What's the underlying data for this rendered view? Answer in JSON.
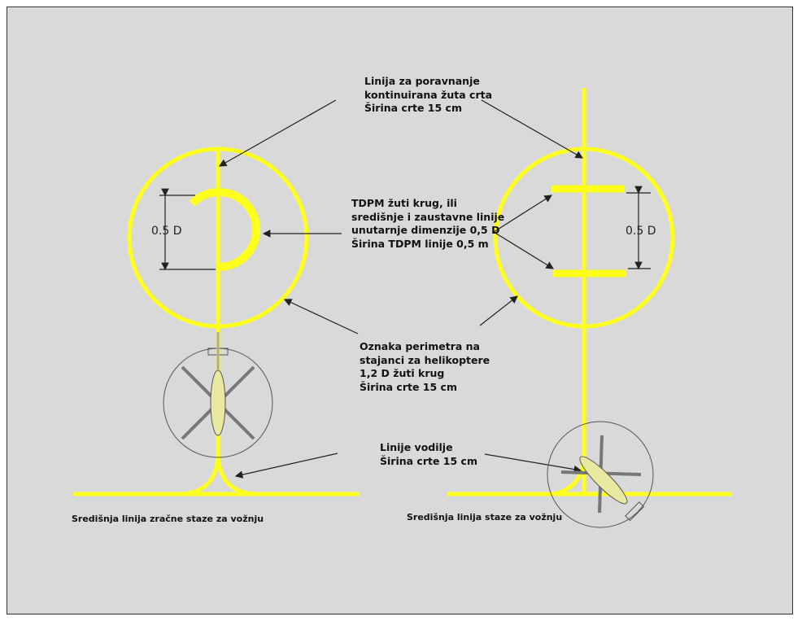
{
  "colors": {
    "background": "#d9d9d9",
    "marking": "#ffff1e",
    "line": "#222222"
  },
  "labels": {
    "alignment": [
      "Linija za poravnanje",
      "kontinuirana žuta crta",
      "Širina crte 15 cm"
    ],
    "tdpm": [
      "TDPM žuti krug, ili",
      "središnje i zaustavne linije",
      "unutarnje dimenzije 0,5 D",
      "Širina TDPM linije 0,5 m"
    ],
    "perimeter": [
      "Oznaka perimetra na",
      "stajanci za helikoptere",
      "1,2 D žuti krug",
      "Širina crte 15 cm"
    ],
    "guide": [
      "Linije vodilje",
      "Širina crte 15 cm"
    ],
    "left_caption": "Središnja linija zračne staze za vožnju",
    "right_caption": "Središnja linija staze za vožnju",
    "dim_left": "0.5 D",
    "dim_right": "0.5 D"
  }
}
